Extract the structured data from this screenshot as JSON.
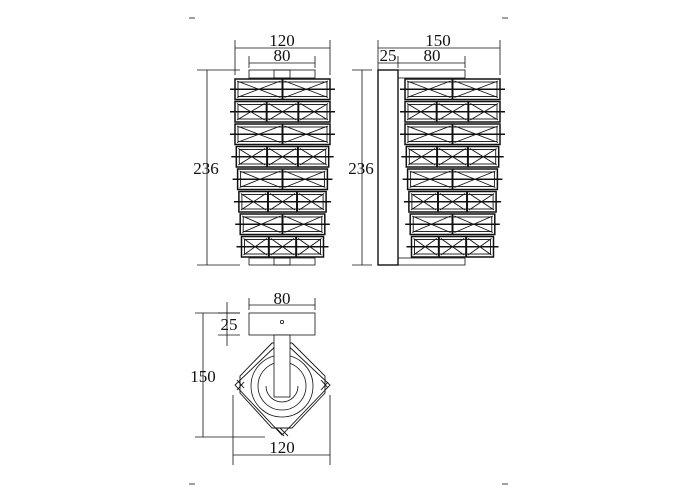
{
  "front_view": {
    "width_outer": "120",
    "width_inner": "80",
    "height": "236"
  },
  "side_view": {
    "depth_total": "150",
    "plate_depth": "25",
    "width_inner": "80",
    "height": "236"
  },
  "bottom_view": {
    "plate_width": "80",
    "plate_depth": "25",
    "depth_total": "150",
    "width_outer": "120"
  },
  "crystal_rows": 8,
  "colors": {
    "line": "#111111",
    "background": "#ffffff"
  }
}
